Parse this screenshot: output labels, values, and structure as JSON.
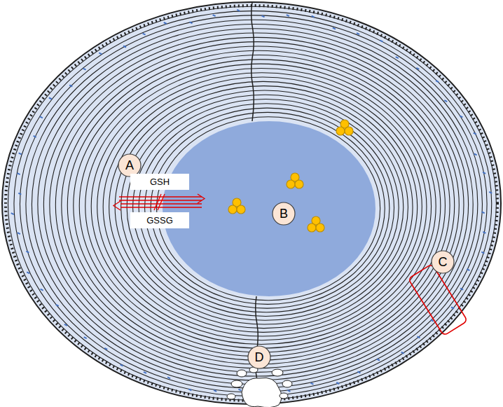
{
  "diagram": {
    "nodes": [
      {
        "text": [
          "A"
        ]
      },
      {
        "text": [
          "GSH"
        ]
      },
      {
        "text": [
          "GSSG"
        ]
      },
      {
        "text": [
          "B"
        ]
      },
      {
        "text": [
          "C"
        ]
      },
      {
        "text": [
          "D"
        ]
      }
    ]
  }
}
